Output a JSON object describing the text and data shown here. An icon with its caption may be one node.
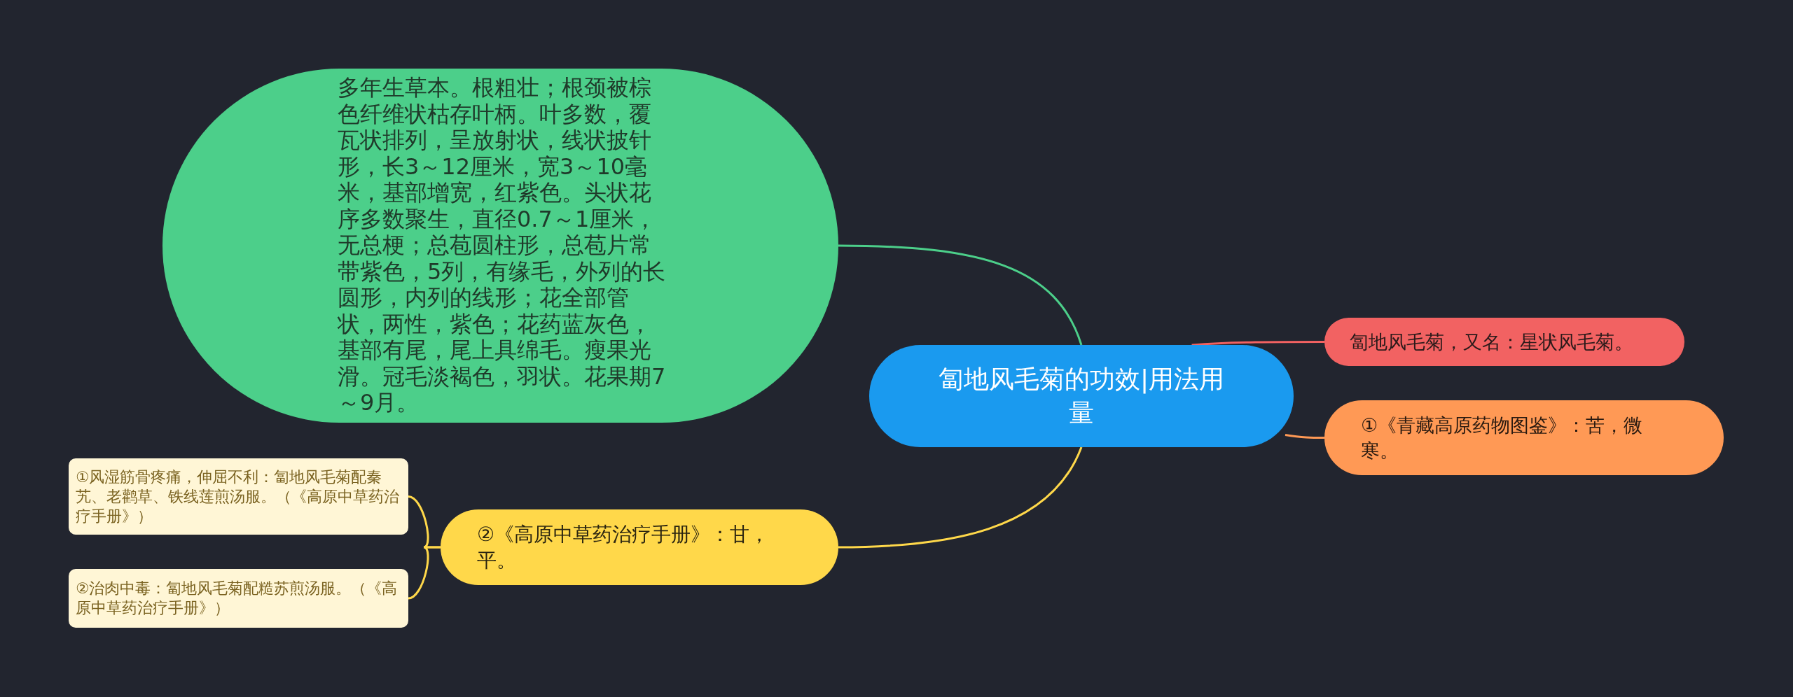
{
  "diagram": {
    "nodes": [
      {
        "text": [
          "匐地风毛菊的功效|用法用量"
        ]
      },
      {
        "text": [
          "多年生草本。根粗壮；根颈被棕色纤维状枯存叶柄。叶多数，覆瓦状排列，呈放射状，线状披针形，长3～12厘米，宽3～10毫米，基部增宽，红紫色。头状花序多数聚生，直径0.7～1厘米，无总梗；总苞圆柱形，总苞片常带紫色，5列，有缘毛，外列的长圆形，内列的线形；花全部管状，两性，紫色；花药蓝灰色，基部有尾，尾上具绵毛。瘦果光滑。冠毛淡褐色，羽状。花果期7～9月。"
        ]
      },
      {
        "text": [
          "匐地风毛菊，又名：星状风毛菊。"
        ]
      },
      {
        "text": [
          "①《青藏高原药物图鉴》：苦，微寒。"
        ]
      },
      {
        "text": [
          "②《高原中草药治疗手册》：甘，平。"
        ]
      },
      {
        "text": [
          "①风湿筋骨疼痛，伸屈不利：匐地风毛菊配秦艽、老鹳草、铁线莲煎汤服。（《高原中草药治疗手册》）"
        ]
      },
      {
        "text": [
          "②治肉中毒：匐地风毛菊配糙苏煎汤服。（《高原中草药治疗手册》）"
        ]
      }
    ],
    "edges": [
      {
        "from": 0,
        "to": 1,
        "arrow": "none",
        "color": "#4ccf8a"
      },
      {
        "from": 0,
        "to": 2,
        "arrow": "none",
        "color": "#f26262"
      },
      {
        "from": 0,
        "to": 3,
        "arrow": "none",
        "color": "#ff9955"
      },
      {
        "from": 0,
        "to": 4,
        "arrow": "none"
      },
      {
        "from": 4,
        "to": 5,
        "arrow": "none"
      },
      {
        "from": 4,
        "to": 6,
        "arrow": "none"
      }
    ]
  }
}
